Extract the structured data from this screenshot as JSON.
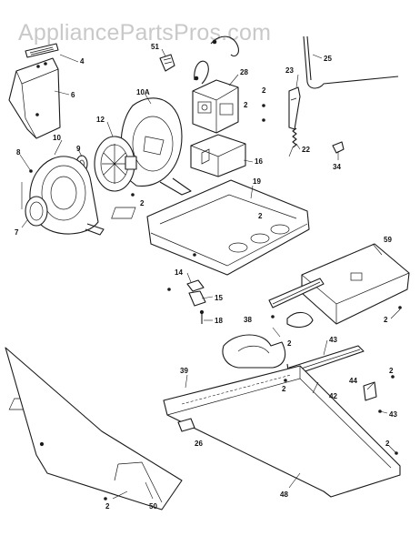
{
  "watermark": "AppliancePartsPros.com",
  "callouts": {
    "c4": "4",
    "c51": "51",
    "c6": "6",
    "c28": "28",
    "c23": "23",
    "c25": "25",
    "c10a": "10A",
    "c2a": "2",
    "c12": "12",
    "c2b": "2",
    "c10": "10",
    "c9": "9",
    "c16": "16",
    "c22": "22",
    "c34": "34",
    "c8": "8",
    "c2c": "2",
    "c19": "19",
    "c2d": "2",
    "c7": "7",
    "c59": "59",
    "c14": "14",
    "c15": "15",
    "c18": "18",
    "c2e": "2",
    "c38": "38",
    "c2f": "2",
    "c43a": "43",
    "c39": "39",
    "c2g": "2",
    "c42": "42",
    "c44": "44",
    "c2h": "2",
    "c43b": "43",
    "c26": "26",
    "c2i": "2",
    "c2j": "2",
    "c50": "50",
    "c48": "48"
  }
}
